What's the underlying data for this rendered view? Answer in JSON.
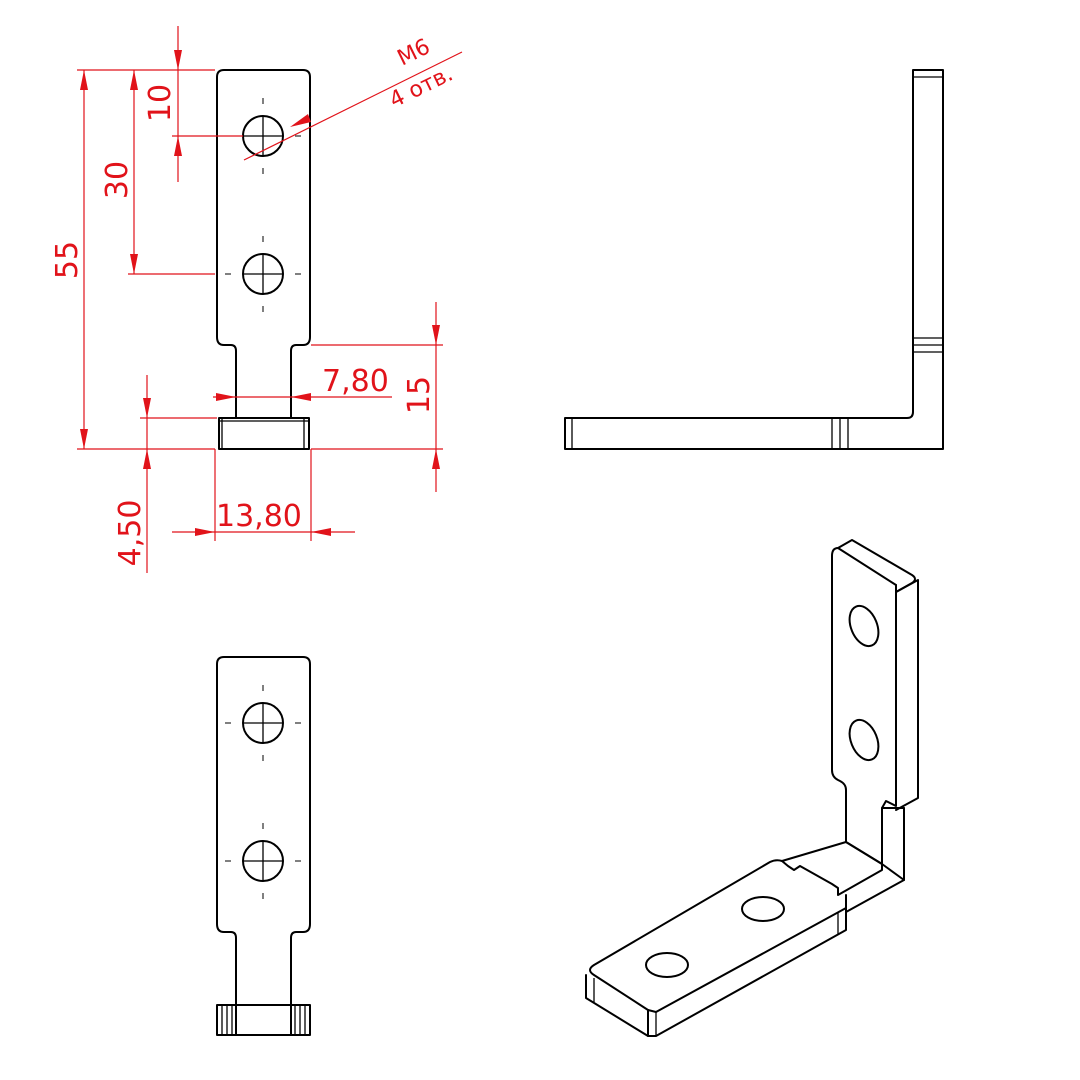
{
  "dimensions": {
    "d55": "55",
    "d30": "30",
    "d10": "10",
    "d15": "15",
    "d780": "7,80",
    "d1380": "13,80",
    "d450": "4,50"
  },
  "callout": {
    "thread": "M6",
    "holes": "4 отв."
  },
  "colors": {
    "part_line": "#000000",
    "dimension_line": "#e1131a",
    "background": "#ffffff"
  }
}
